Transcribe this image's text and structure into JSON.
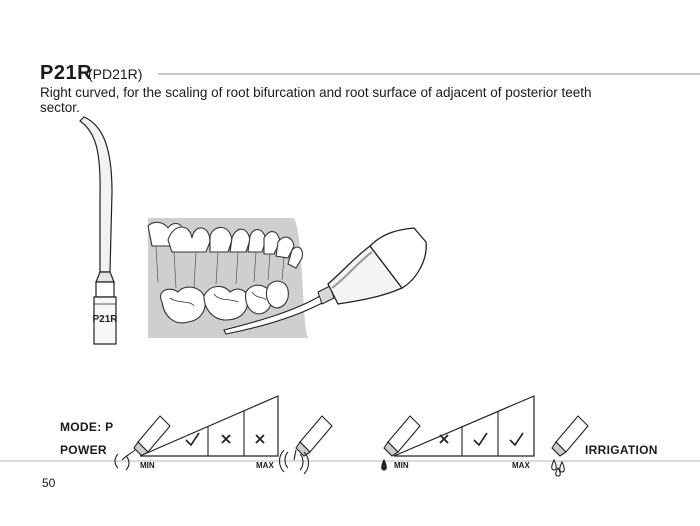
{
  "product": {
    "code": "P21R",
    "alt_code": "(PD21R)",
    "description": "Right curved, for the scaling of root bifurcation and root surface of adjacent of posterior teeth sector."
  },
  "tip_engraving": "P21R",
  "settings": {
    "mode_label": "MODE: P",
    "power_label": "POWER",
    "irrigation_label": "IRRIGATION",
    "power_scale": {
      "min": "MIN",
      "max": "MAX",
      "levels": [
        "check",
        "cross",
        "cross"
      ]
    },
    "irrigation_scale": {
      "min": "MIN",
      "max": "MAX",
      "levels": [
        "cross",
        "check",
        "check"
      ]
    }
  },
  "page_number": "50"
}
